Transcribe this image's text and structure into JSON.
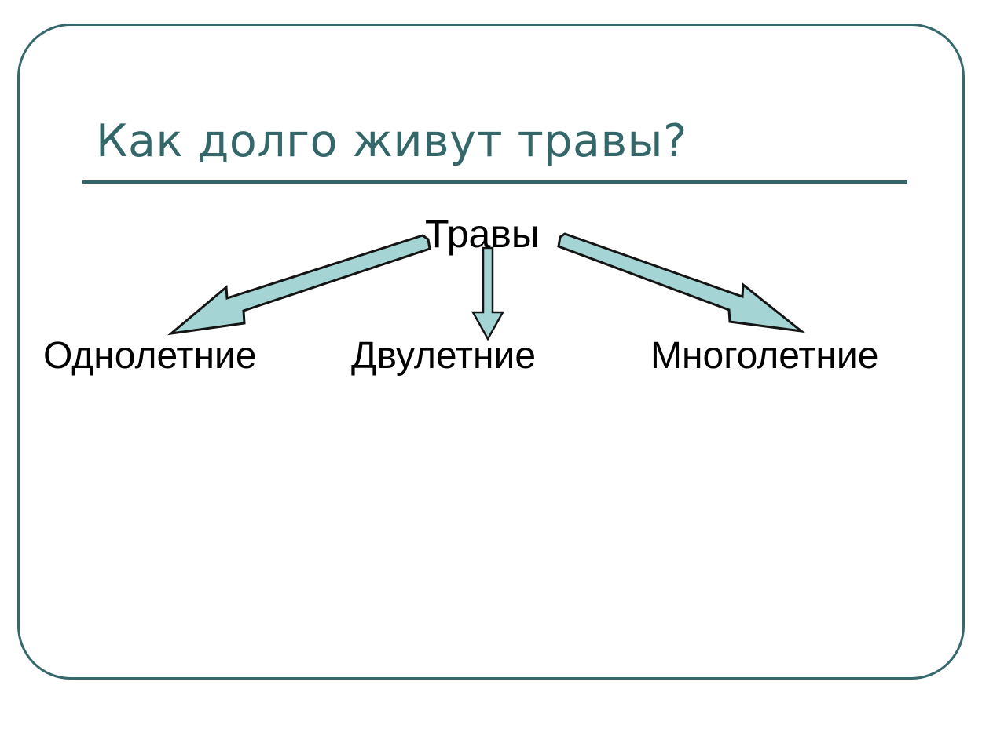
{
  "slide": {
    "title": "Как долго живут травы?",
    "background_color": "#ffffff",
    "frame_color": "#36696b",
    "title_color": "#336769",
    "underline_color": "#336769"
  },
  "diagram": {
    "type": "tree",
    "orientation": "top-down",
    "root": {
      "label": "Травы",
      "text_color": "#000000"
    },
    "children": [
      {
        "label": "Однолетние",
        "text_color": "#000000"
      },
      {
        "label": "Двулетние",
        "text_color": "#000000"
      },
      {
        "label": "Многолетние",
        "text_color": "#000000"
      }
    ],
    "arrows": [
      {
        "name": "arrow-to-annual",
        "direction": "down-left",
        "fill": "#a4d4d4",
        "stroke": "#1a1a1a"
      },
      {
        "name": "arrow-to-biennial",
        "direction": "down",
        "fill": "#a4d4d4",
        "stroke": "#1a1a1a"
      },
      {
        "name": "arrow-to-perennial",
        "direction": "down-right",
        "fill": "#a4d4d4",
        "stroke": "#1a1a1a"
      }
    ]
  }
}
